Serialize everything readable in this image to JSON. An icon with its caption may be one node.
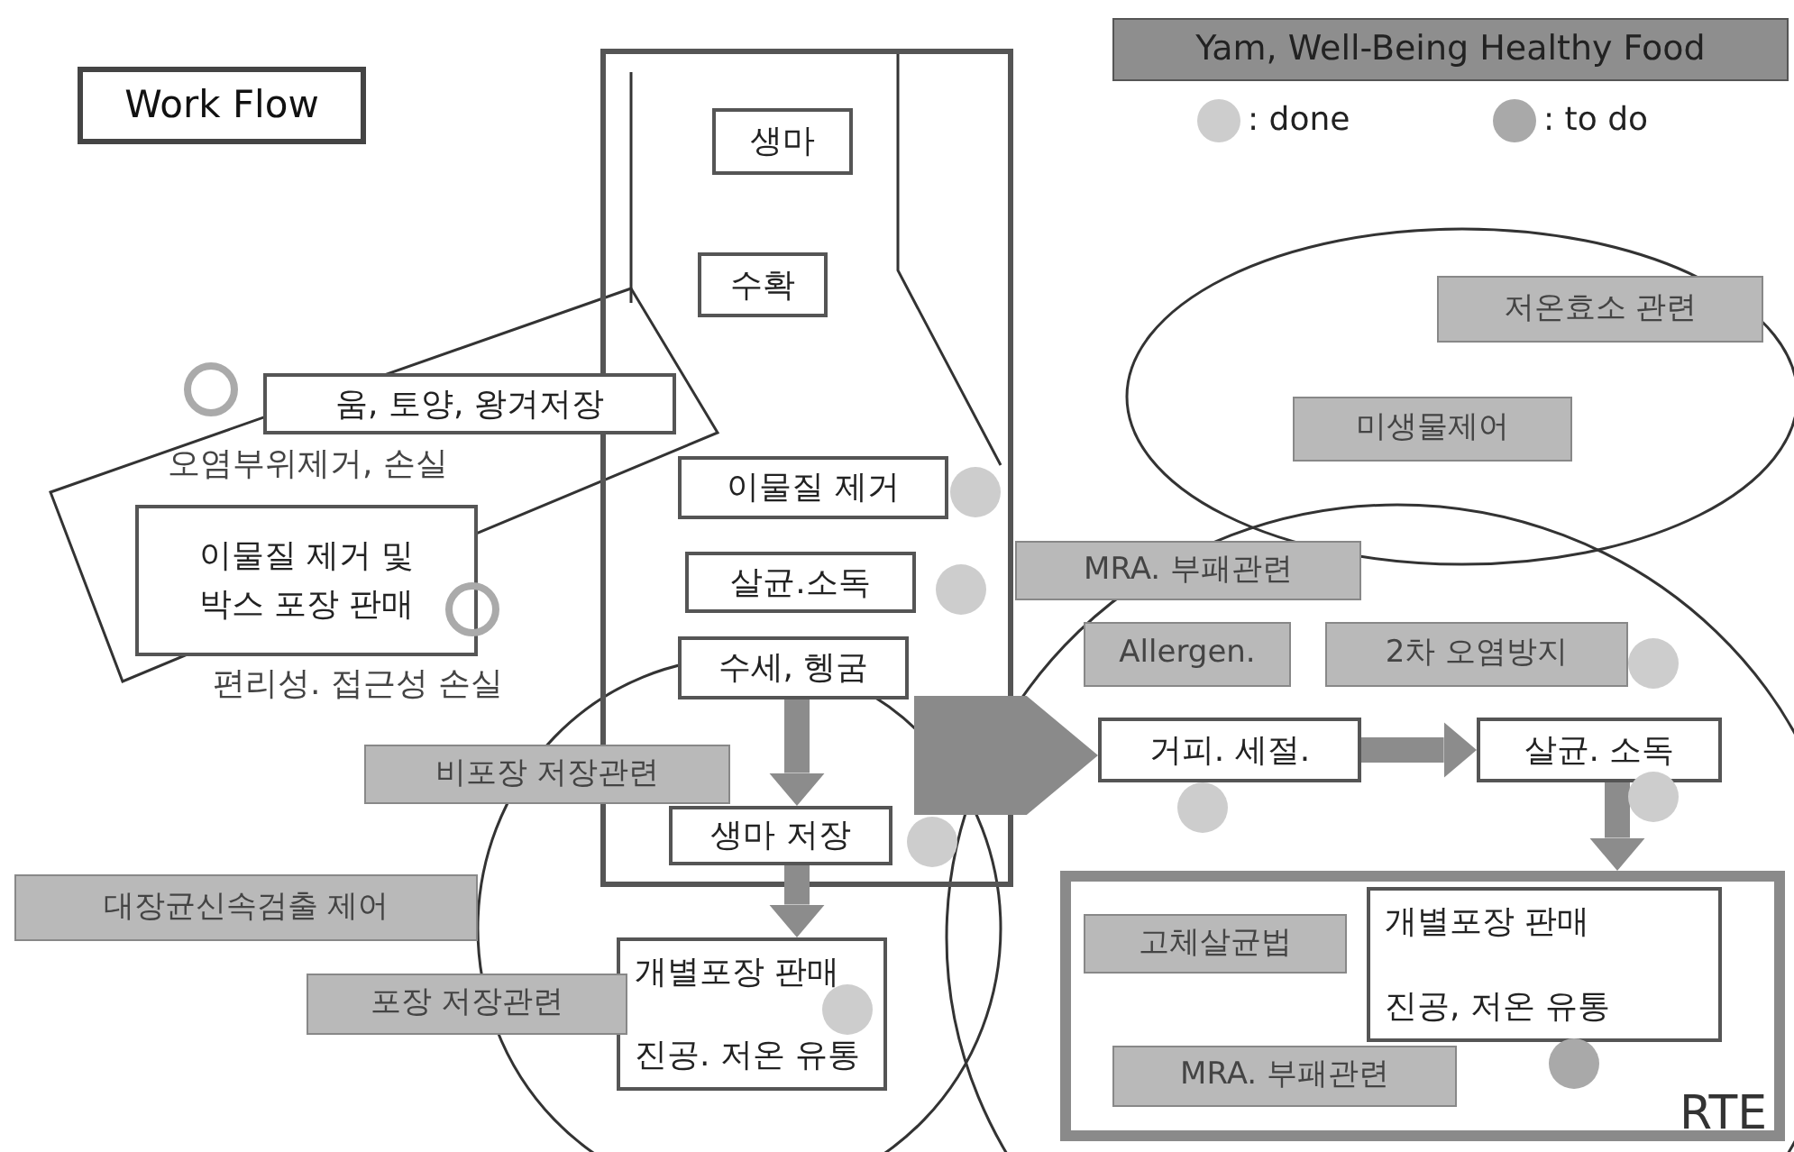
{
  "diagram": {
    "nodes": [
      {
        "text": [
          "Work Flow"
        ]
      },
      {
        "text": [
          "Yam, Well-Being Healthy Food"
        ]
      },
      {
        "text": [],
        "shape": "box"
      },
      {
        "text": [
          "생마"
        ],
        "in": 2
      },
      {
        "text": [
          "수확"
        ],
        "in": 2
      },
      {
        "text": [
          "이물질 제거"
        ],
        "in": 2
      },
      {
        "text": [
          "살균.소독"
        ],
        "in": 2
      },
      {
        "text": [
          "수세, 헹굼"
        ],
        "in": 2
      },
      {
        "text": [
          "생마 저장"
        ],
        "in": 2
      },
      {
        "text": [
          "움, 토양, 왕겨저장"
        ]
      },
      {
        "text": [
          "이물질 제거 및 박스 포장 판매"
        ]
      },
      {
        "text": [
          "저온효소 관련"
        ]
      },
      {
        "text": [
          "미생물제어"
        ]
      },
      {
        "text": [
          "MRA. 부패관련"
        ]
      },
      {
        "text": [
          "Allergen."
        ]
      },
      {
        "text": [
          "2차 오염방지"
        ]
      },
      {
        "text": [
          "비포장 저장관련"
        ]
      },
      {
        "text": [
          "거피. 세절."
        ]
      },
      {
        "text": [
          "살균. 소독"
        ]
      },
      {
        "text": [
          "대장균신속검출 제어"
        ]
      },
      {
        "text": [
          "개별포장 판매",
          "진공. 저온 유통"
        ]
      },
      {
        "text": [
          "포장 저장관련"
        ]
      },
      {
        "text": [
          "RTE"
        ]
      },
      {
        "text": [
          "고체살균법"
        ],
        "in": 22
      },
      {
        "text": [
          "개별포장 판매",
          "진공, 저온 유통"
        ],
        "in": 22
      },
      {
        "text": [
          "MRA. 부패관련"
        ],
        "in": 22
      }
    ],
    "edges": [
      {
        "from": 7,
        "to": 8,
        "arrow": "to"
      },
      {
        "from": 8,
        "to": 20,
        "arrow": "to"
      },
      {
        "from": 2,
        "to": 17,
        "arrow": "to",
        "style": "thick"
      },
      {
        "from": 17,
        "to": 18,
        "arrow": "to"
      },
      {
        "from": 18,
        "to": 22,
        "arrow": "to"
      }
    ],
    "labels": [
      "오염부위제거, 손실",
      "편리성. 접근성 손실"
    ],
    "legend": [
      {
        "text": ": done",
        "color": "#cdcdcd"
      },
      {
        "text": ": to do",
        "color": "#a9a9a9"
      }
    ]
  }
}
